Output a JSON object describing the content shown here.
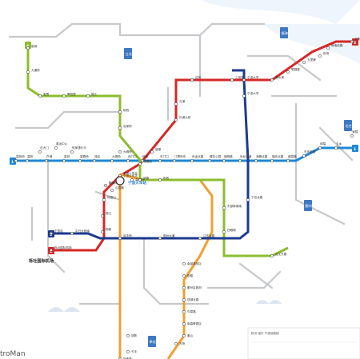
{
  "colors": {
    "line1": "#1e88d6",
    "line2": "#d62828",
    "line3": "#f0a030",
    "line4": "#8dbd2c",
    "line5": "#1d3a8f",
    "inactive": "#c6c8cc",
    "water": "#e8f2fb",
    "district": "#3d78c2"
  },
  "lines": [
    {
      "id": "1",
      "color": "#1e88d6"
    },
    {
      "id": "2",
      "color": "#d62828"
    },
    {
      "id": "3",
      "color": "#f0a030"
    },
    {
      "id": "4",
      "color": "#8dbd2c"
    },
    {
      "id": "5",
      "color": "#1d3a8f"
    }
  ],
  "districts": [
    "镇海",
    "江北",
    "鄞州",
    "北仑",
    "奉化"
  ],
  "stations": {
    "line1": [
      "高桥西",
      "高桥",
      "芦港",
      "梁祝",
      "望春桥",
      "泽民",
      "大卿桥",
      "西门口",
      "鼓楼",
      "东门口",
      "江厦桥东",
      "舟孟北路",
      "樱花公园",
      "福明路",
      "世纪大道",
      "海晏北路",
      "福庆北路",
      "盛莫路",
      "东环南路",
      "邱隘",
      "五乡",
      "宝幢",
      "客运中心",
      "徐家漕长乐",
      "石大门"
    ],
    "line2": [
      "红联",
      "栎社国际机场",
      "丽江",
      "丽都",
      "凤凰山",
      "云霞路",
      "鄞奉码头",
      "宁波火车站",
      "城隍庙",
      "鼓楼",
      "外滩大桥",
      "孔浦",
      "三官堂",
      "宁波大学",
      "庄桥",
      "清水浦",
      "聪园路",
      "五里牌",
      "机场",
      "首南西路"
    ],
    "line3": [
      "高塘桥",
      "大卿桥",
      "宁波火车站",
      "南部商务区",
      "明楼",
      "鄞州区政府",
      "钱湖北路",
      "句章路",
      "南高教园区",
      "姜山",
      "方桥",
      "胡陈",
      "长丰",
      "新典路"
    ],
    "line4": [
      "慈城",
      "大通桥",
      "宝菁",
      "翠柏里",
      "丽江",
      "柳西",
      "谷家桥",
      "望春",
      "布政",
      "东部新城南",
      "四眼碶",
      "百丈东路"
    ],
    "line5": [
      "宁波站",
      "中兴大桥南",
      "庆丰桥",
      "明州大道",
      "江东北路",
      "宁波大学",
      "下应北路"
    ]
  },
  "labels": {
    "hub": "宁波火车站",
    "airport": "栎社国际机场",
    "brand": "troMan",
    "legend_title": "杭州·绍兴·宁波地铁线"
  },
  "badges": {
    "line2_north": "2",
    "line4_north": "4",
    "line5_west": "5",
    "line1_west": "1",
    "line1_east": "1",
    "line2_south": "2"
  }
}
